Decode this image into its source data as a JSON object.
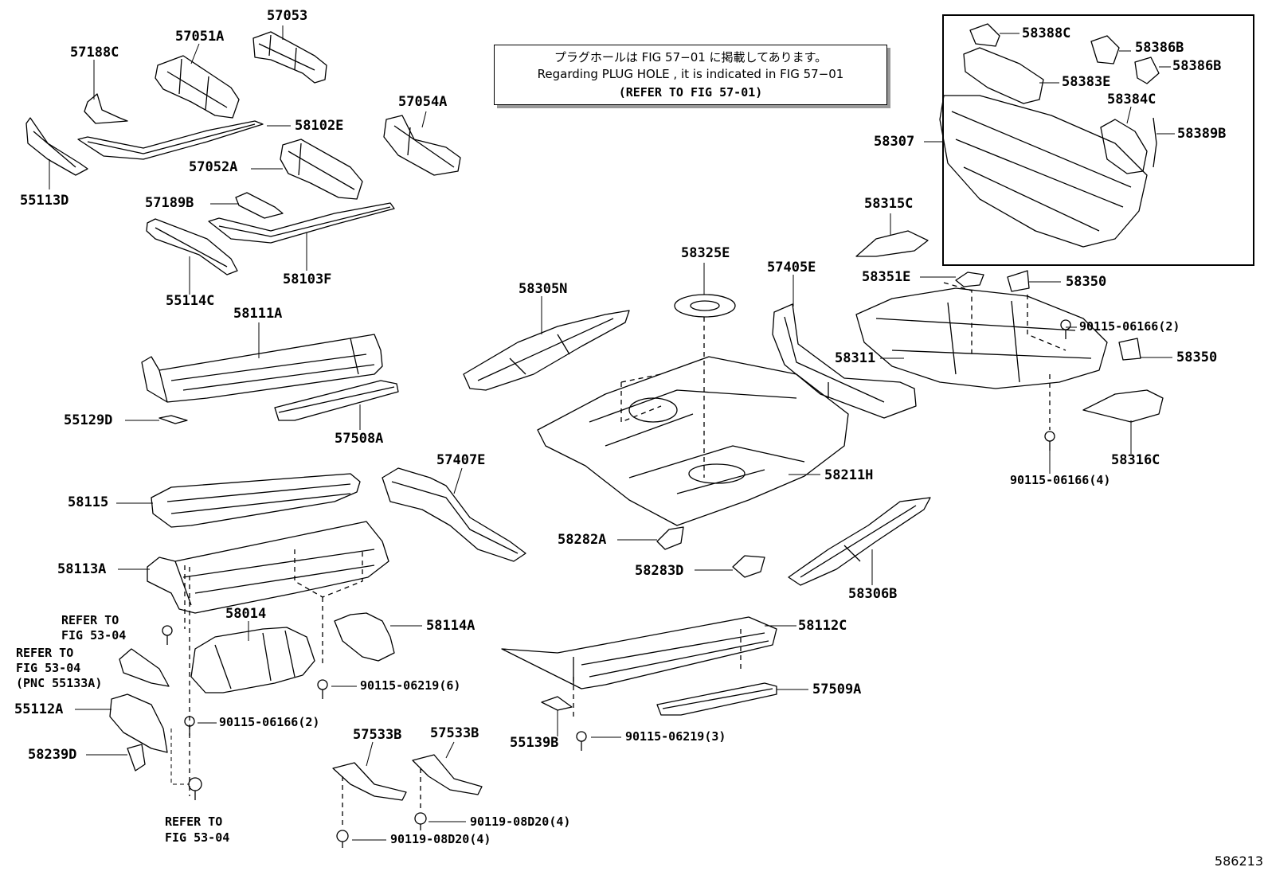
{
  "note": {
    "line_ja": "プラグホールは FIG 57−01 に掲載してあります。",
    "line_en": "Regarding  PLUG  HOLE , it is indicated in FIG  57−01",
    "line_ref": "(REFER TO FIG 57-01)"
  },
  "diagram_id": "586213",
  "labels": {
    "p57053": "57053",
    "p57051A": "57051A",
    "p57188C": "57188C",
    "p58102E": "58102E",
    "p55113D": "55113D",
    "p57054A": "57054A",
    "p57052A": "57052A",
    "p57189B": "57189B",
    "p55114C": "55114C",
    "p58103F": "58103F",
    "p58111A": "58111A",
    "p55129D": "55129D",
    "p57508A": "57508A",
    "p58305N": "58305N",
    "p58325E": "58325E",
    "p57405E": "57405E",
    "p58115": "58115",
    "p57407E": "57407E",
    "p58113A": "58113A",
    "p58211H": "58211H",
    "p58282A": "58282A",
    "p58283D": "58283D",
    "p58306B": "58306B",
    "p58014": "58014",
    "p58114A": "58114A",
    "p58112C": "58112C",
    "p57509A": "57509A",
    "p55112A": "55112A",
    "p58239D": "58239D",
    "p55139B": "55139B",
    "p57533B_a": "57533B",
    "p57533B_b": "57533B",
    "p58388C": "58388C",
    "p58386B_a": "58386B",
    "p58386B_b": "58386B",
    "p58383E": "58383E",
    "p58384C": "58384C",
    "p58389B": "58389B",
    "p58307": "58307",
    "p58315C": "58315C",
    "p58351E": "58351E",
    "p58350_a": "58350",
    "p58350_b": "58350",
    "p58311": "58311",
    "p58316C": "58316C",
    "b901150616_2a": "90115-06166(2)",
    "b901150616_4": "90115-06166(4)",
    "b901150616_2b": "90115-06166(2)",
    "b901150621_6": "90115-06219(6)",
    "b901150621_3": "90115-06219(3)",
    "b90119_a": "90119-08D20(4)",
    "b90119_b": "90119-08D20(4)"
  },
  "refers": {
    "r1_l1": "REFER TO",
    "r1_l2": "FIG 53-04",
    "r2_l1": "REFER TO",
    "r2_l2": "FIG 53-04",
    "r2_l3": "(PNC 55133A)",
    "r3_l1": "REFER TO",
    "r3_l2": "FIG 53-04"
  }
}
